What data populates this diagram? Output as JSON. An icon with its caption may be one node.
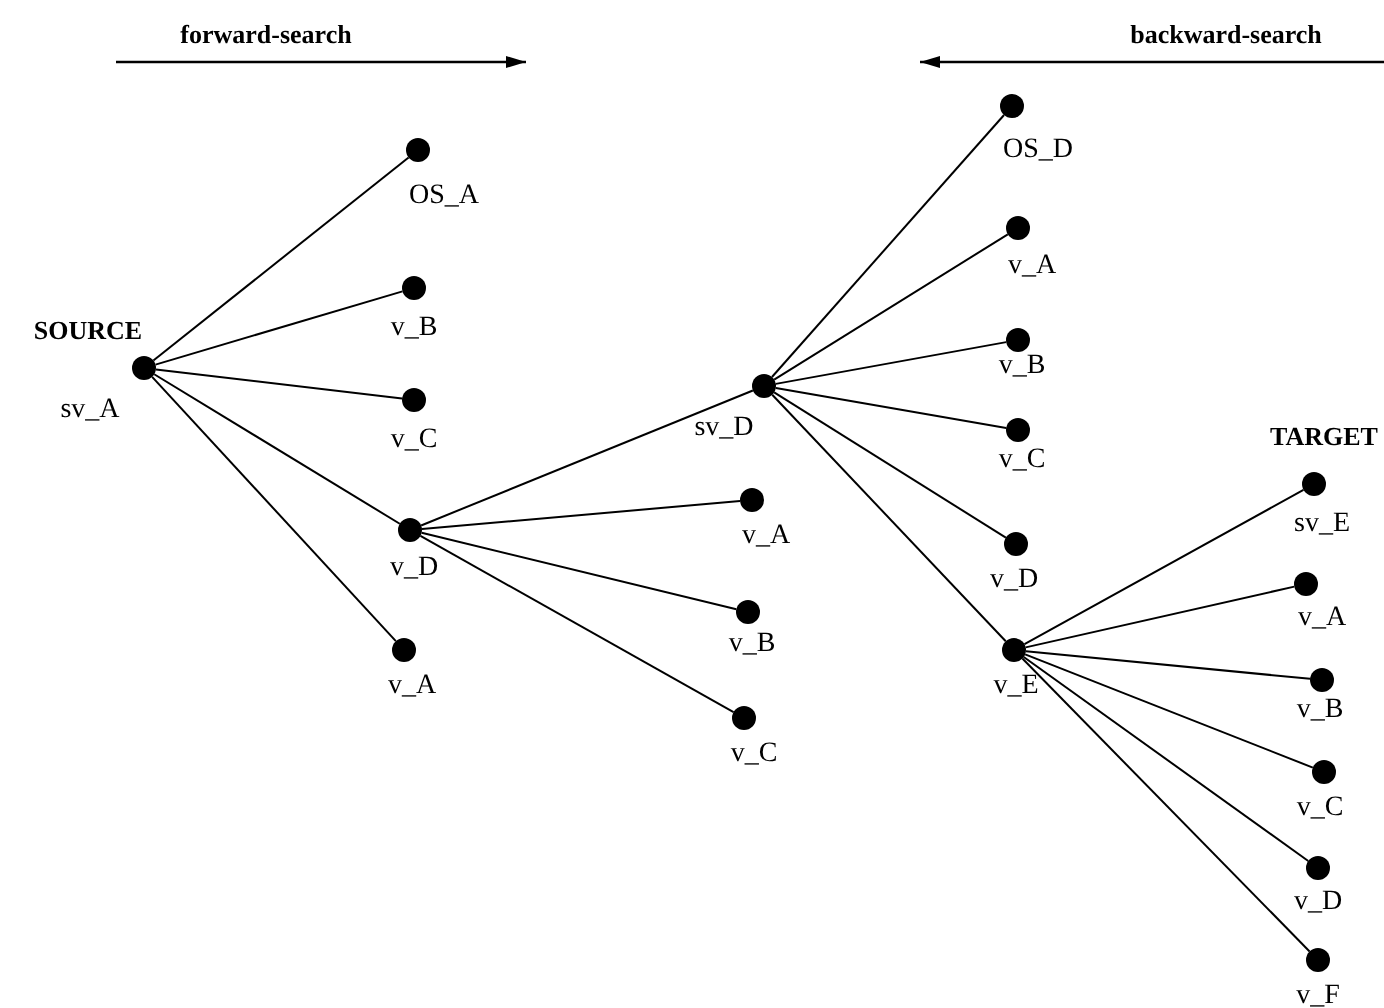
{
  "diagram": {
    "nodes": [
      {
        "text": [
          "SOURCE",
          "sv_A"
        ]
      },
      {
        "text": [
          "OS_A"
        ]
      },
      {
        "text": [
          "v_B"
        ]
      },
      {
        "text": [
          "v_C"
        ]
      },
      {
        "text": [
          "v_D"
        ]
      },
      {
        "text": [
          "v_A"
        ]
      },
      {
        "text": [
          "v_A"
        ]
      },
      {
        "text": [
          "v_B"
        ]
      },
      {
        "text": [
          "v_C"
        ]
      },
      {
        "text": [
          "sv_D"
        ]
      },
      {
        "text": [
          "OS_D"
        ]
      },
      {
        "text": [
          "v_A"
        ]
      },
      {
        "text": [
          "v_B"
        ]
      },
      {
        "text": [
          "v_C"
        ]
      },
      {
        "text": [
          "v_D"
        ]
      },
      {
        "text": [
          "v_E"
        ]
      },
      {
        "text": [
          "TARGET",
          "sv_E"
        ]
      },
      {
        "text": [
          "v_A"
        ]
      },
      {
        "text": [
          "v_B"
        ]
      },
      {
        "text": [
          "v_C"
        ]
      },
      {
        "text": [
          "v_D"
        ]
      },
      {
        "text": [
          "v_F"
        ]
      }
    ],
    "edges": [
      {
        "from": 0,
        "to": 1,
        "arrow": "none"
      },
      {
        "from": 0,
        "to": 2,
        "arrow": "none"
      },
      {
        "from": 0,
        "to": 3,
        "arrow": "none"
      },
      {
        "from": 0,
        "to": 4,
        "arrow": "none"
      },
      {
        "from": 0,
        "to": 5,
        "arrow": "none"
      },
      {
        "from": 4,
        "to": 9,
        "arrow": "none"
      },
      {
        "from": 4,
        "to": 6,
        "arrow": "none"
      },
      {
        "from": 4,
        "to": 7,
        "arrow": "none"
      },
      {
        "from": 4,
        "to": 8,
        "arrow": "none"
      },
      {
        "from": 9,
        "to": 10,
        "arrow": "none"
      },
      {
        "from": 9,
        "to": 11,
        "arrow": "none"
      },
      {
        "from": 9,
        "to": 12,
        "arrow": "none"
      },
      {
        "from": 9,
        "to": 13,
        "arrow": "none"
      },
      {
        "from": 9,
        "to": 14,
        "arrow": "none"
      },
      {
        "from": 9,
        "to": 15,
        "arrow": "none"
      },
      {
        "from": 15,
        "to": 16,
        "arrow": "none"
      },
      {
        "from": 15,
        "to": 17,
        "arrow": "none"
      },
      {
        "from": 15,
        "to": 18,
        "arrow": "none"
      },
      {
        "from": 15,
        "to": 19,
        "arrow": "none"
      },
      {
        "from": 15,
        "to": 20,
        "arrow": "none"
      },
      {
        "from": 15,
        "to": 21,
        "arrow": "none"
      }
    ],
    "labels": [
      "forward-search",
      "backward-search"
    ]
  }
}
